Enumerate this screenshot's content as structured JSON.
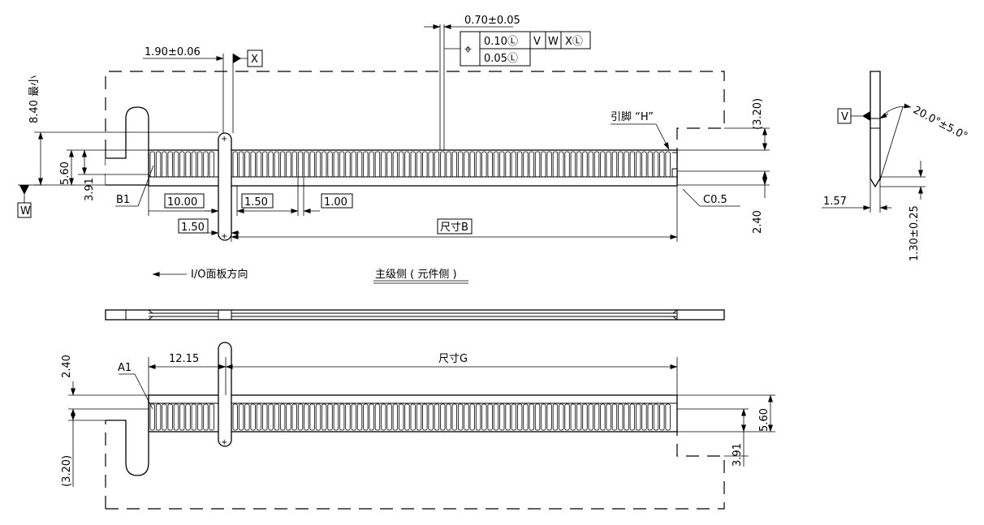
{
  "dims": {
    "pos_tol": "0.70±0.05",
    "fcf_row1": "0.10Ⓛ",
    "fcf_v": "V",
    "fcf_w": "W",
    "fcf_x": "XⓁ",
    "fcf_row2": "0.05Ⓛ",
    "fcf_symbol": "⌖",
    "d190": "1.90±0.06",
    "datum_x": "X",
    "d840": "8.40 最小",
    "d560": "5.60",
    "d391": "3.91",
    "datum_w": "W",
    "b1": "B1",
    "d1000": "10.00",
    "d150a": "1.50",
    "d100": "1.00",
    "d150b": "1.50",
    "dim_b": "尺寸B",
    "pin_h": "引脚 “H”",
    "c05": "C0.5",
    "d320": "(3.20)",
    "d240": "2.40",
    "datum_v": "V",
    "angle": "20.0°±5.0°",
    "d157": "1.57",
    "d130": "1.30±0.25",
    "io_dir": "I/O面板方向",
    "primary_side": "主级侧 ( 元件侧 )",
    "d240b": "2.40",
    "a1": "A1",
    "d1215": "12.15",
    "dim_g": "尺寸G",
    "d320b": "(3.20)",
    "d560b": "5.60",
    "d391b": "3.91"
  }
}
